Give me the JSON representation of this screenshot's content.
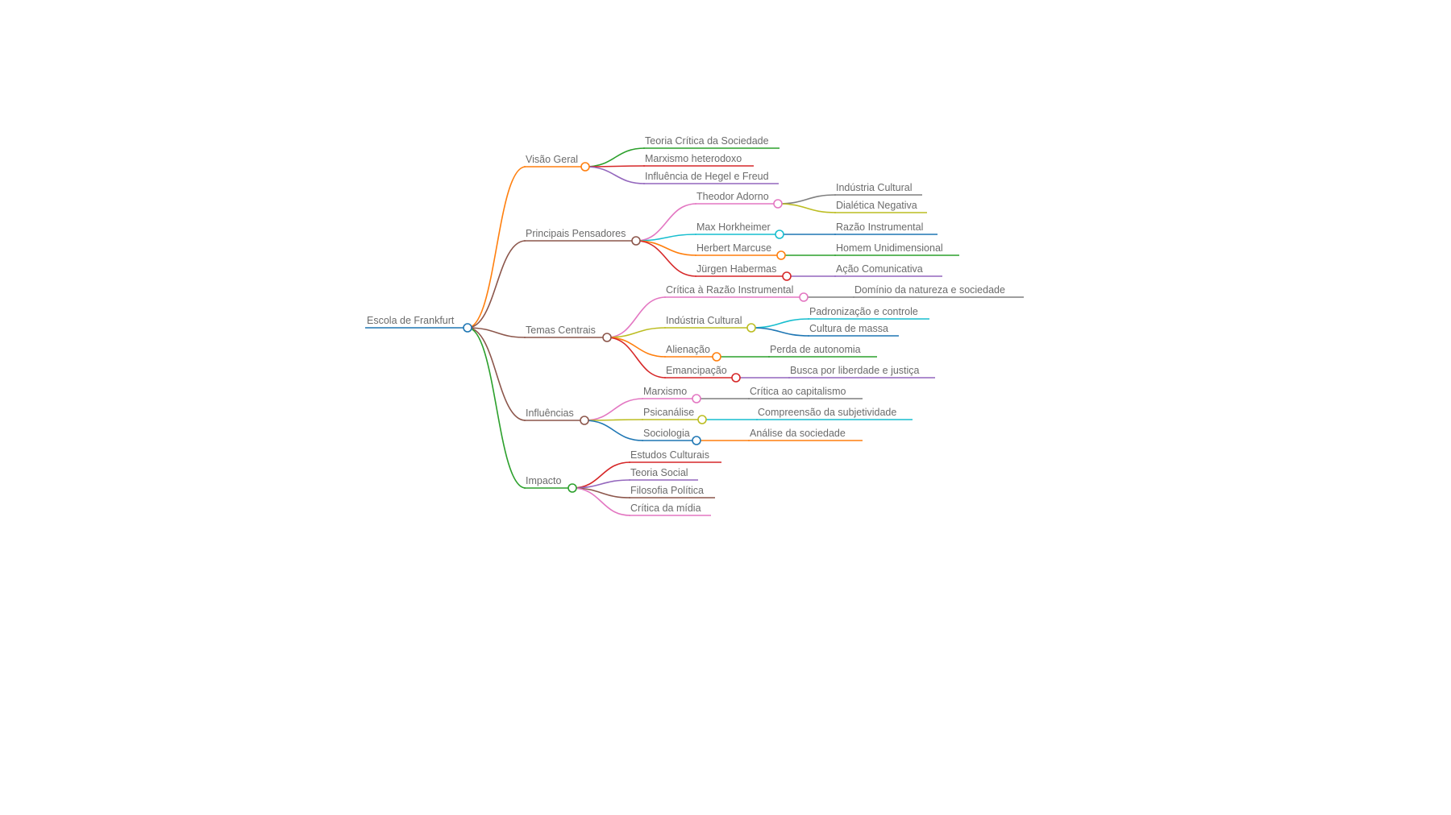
{
  "map": {
    "root": {
      "label": "Escola de Frankfurt",
      "color": "#1f77b4"
    },
    "branches": [
      {
        "label": "Visão Geral",
        "color": "#ff7f0e",
        "children": [
          {
            "label": "Teoria Crítica da Sociedade",
            "color": "#2ca02c"
          },
          {
            "label": "Marxismo heterodoxo",
            "color": "#d62728"
          },
          {
            "label": "Influência de Hegel e Freud",
            "color": "#9467bd"
          }
        ]
      },
      {
        "label": "Principais Pensadores",
        "color": "#8c564b",
        "children": [
          {
            "label": "Theodor Adorno",
            "color": "#e377c2",
            "children": [
              {
                "label": "Indústria Cultural",
                "color": "#7f7f7f"
              },
              {
                "label": "Dialética Negativa",
                "color": "#bcbd22"
              }
            ]
          },
          {
            "label": "Max Horkheimer",
            "color": "#17becf",
            "children": [
              {
                "label": "Razão Instrumental",
                "color": "#1f77b4"
              }
            ]
          },
          {
            "label": "Herbert Marcuse",
            "color": "#ff7f0e",
            "children": [
              {
                "label": "Homem Unidimensional",
                "color": "#2ca02c"
              }
            ]
          },
          {
            "label": "Jürgen Habermas",
            "color": "#d62728",
            "children": [
              {
                "label": "Ação Comunicativa",
                "color": "#9467bd"
              }
            ]
          }
        ]
      },
      {
        "label": "Temas Centrais",
        "color": "#8c564b",
        "children": [
          {
            "label": "Crítica à Razão Instrumental",
            "color": "#e377c2",
            "children": [
              {
                "label": "Domínio da natureza e sociedade",
                "color": "#7f7f7f"
              }
            ]
          },
          {
            "label": "Indústria Cultural",
            "color": "#bcbd22",
            "children": [
              {
                "label": "Padronização e controle",
                "color": "#17becf"
              },
              {
                "label": "Cultura de massa",
                "color": "#1f77b4"
              }
            ]
          },
          {
            "label": "Alienação",
            "color": "#ff7f0e",
            "children": [
              {
                "label": "Perda de autonomia",
                "color": "#2ca02c"
              }
            ]
          },
          {
            "label": "Emancipação",
            "color": "#d62728",
            "children": [
              {
                "label": "Busca por liberdade e justiça",
                "color": "#9467bd"
              }
            ]
          }
        ]
      },
      {
        "label": "Influências",
        "color": "#8c564b",
        "children": [
          {
            "label": "Marxismo",
            "color": "#e377c2",
            "children": [
              {
                "label": "Crítica ao capitalismo",
                "color": "#7f7f7f"
              }
            ]
          },
          {
            "label": "Psicanálise",
            "color": "#bcbd22",
            "children": [
              {
                "label": "Compreensão da subjetividade",
                "color": "#17becf"
              }
            ]
          },
          {
            "label": "Sociologia",
            "color": "#1f77b4",
            "children": [
              {
                "label": "Análise da sociedade",
                "color": "#ff7f0e"
              }
            ]
          }
        ]
      },
      {
        "label": "Impacto",
        "color": "#2ca02c",
        "children": [
          {
            "label": "Estudos Culturais",
            "color": "#d62728"
          },
          {
            "label": "Teoria Social",
            "color": "#9467bd"
          },
          {
            "label": "Filosofia Política",
            "color": "#8c564b"
          },
          {
            "label": "Crítica da mídia",
            "color": "#e377c2"
          }
        ]
      }
    ]
  }
}
